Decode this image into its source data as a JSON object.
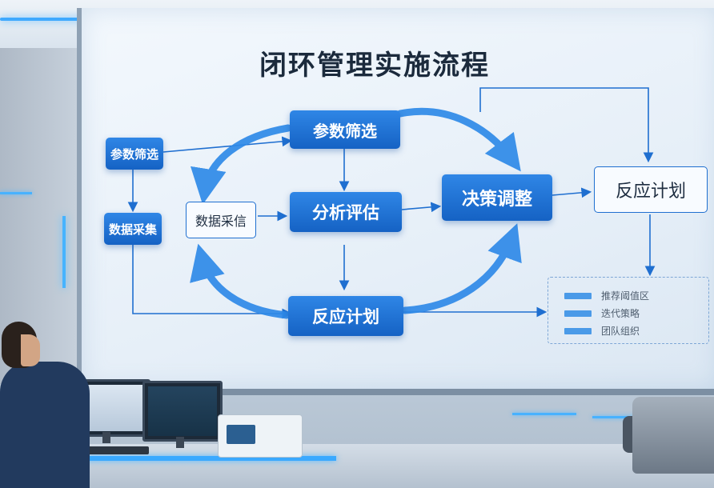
{
  "diagram": {
    "title": "闭环管理实施流程",
    "nodes": {
      "left_top": "参数筛选",
      "left_bottom": "数据采集",
      "inner_left": "数据采信",
      "top": "参数筛选",
      "center": "分析评估",
      "bottom": "反应计划",
      "right": "决策调整",
      "far_right": "反应计划"
    },
    "legend": [
      "推荐阈值区",
      "迭代策略",
      "团队组织"
    ],
    "colors": {
      "primary": "#1a6fd6",
      "arrow": "#2f8ae8",
      "outline": "#1f6fd0"
    }
  }
}
